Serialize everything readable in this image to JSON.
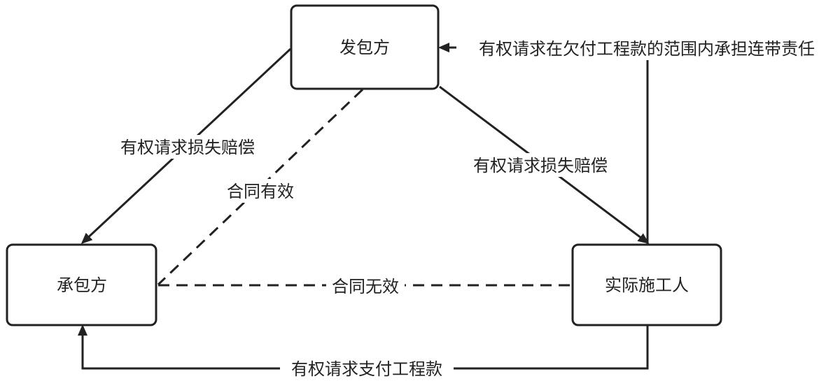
{
  "nodes": {
    "contractor_owner": {
      "label": "发包方"
    },
    "contractor": {
      "label": "承包方"
    },
    "actual_builder": {
      "label": "实际施工人"
    }
  },
  "edges": {
    "owner_to_contractor": {
      "label": "有权请求损失赔偿"
    },
    "owner_to_builder": {
      "label": "有权请求损失赔偿"
    },
    "owner_contractor_contract": {
      "label": "合同有效"
    },
    "contractor_builder_contract": {
      "label": "合同无效"
    },
    "builder_to_owner": {
      "label": "有权请求在欠付工程款的范围内承担连带责任"
    },
    "builder_to_contractor": {
      "label": "有权请求支付工程款"
    }
  },
  "colors": {
    "stroke": "#222222",
    "background": "#ffffff"
  }
}
